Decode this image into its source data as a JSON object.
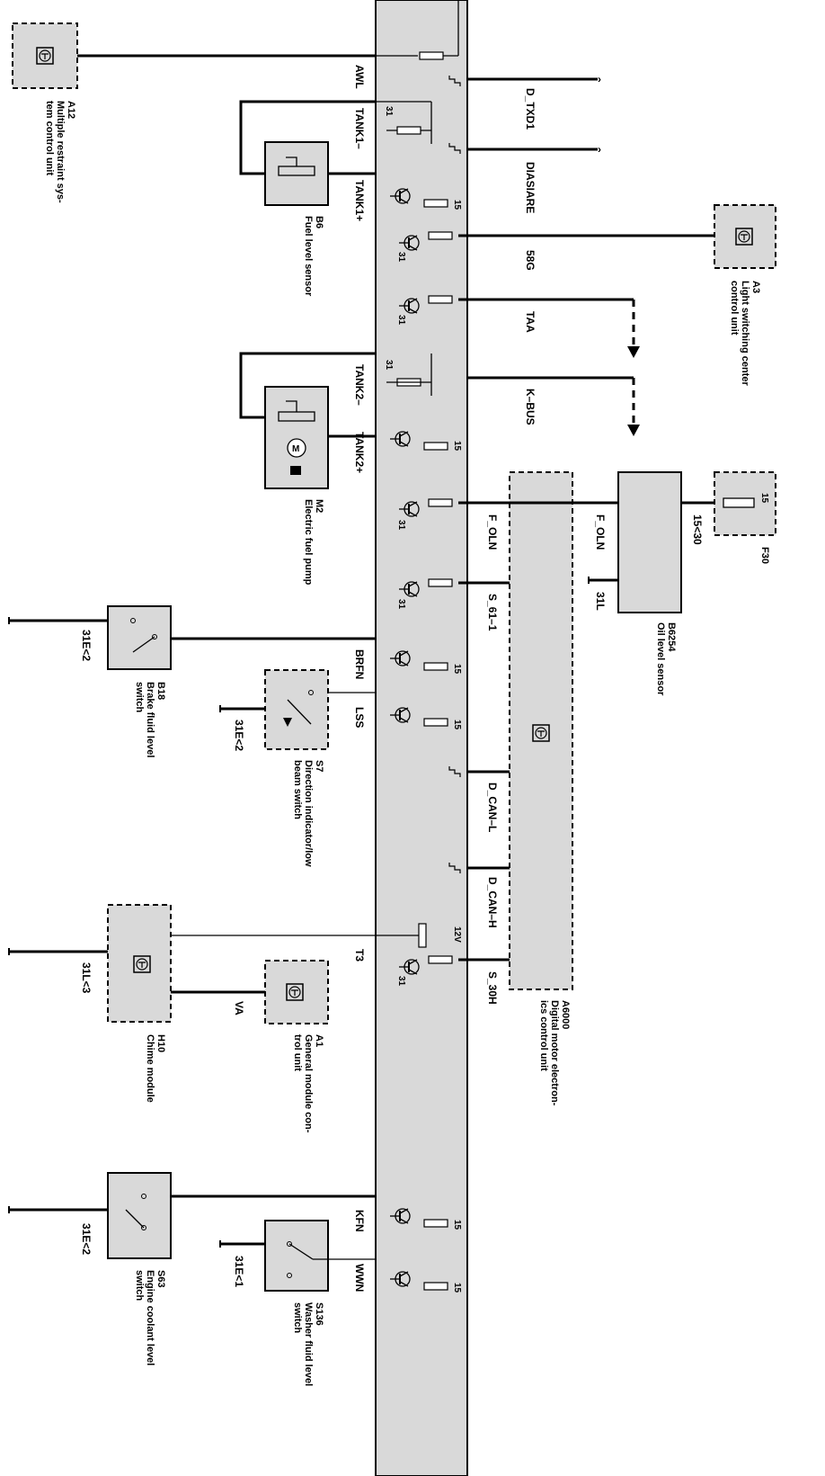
{
  "signals": {
    "awl": "AWL",
    "tank1m": "TANK1–",
    "tank1p": "TANK1+",
    "tank2m": "TANK2–",
    "tank2p": "TANK2+",
    "brfn": "BRFN",
    "lss": "LSS",
    "t3": "T3",
    "va": "VA",
    "kfn": "KFN",
    "wwn": "WWN"
  },
  "lines": {
    "d_txd1": "D_TXD1",
    "diasiare": "DIASIARE",
    "s58g": "58G",
    "taa": "TAA",
    "kbus": "K–BUS",
    "f_oln": "F_OLN",
    "f_oln2": "F_OLN",
    "s_61": "S_61–1",
    "d_can_l": "D_CAN–L",
    "d_can_h": "D_CAN–H",
    "s_30h": "S_30H"
  },
  "terminals": {
    "t31": "31",
    "t15": "15",
    "t12v": "12V",
    "gnd_a": "31E<2",
    "gnd_b": "31E<2",
    "gnd_c": "31L<3",
    "gnd_d": "31E<2",
    "gnd_e": "31E<1",
    "gnd_31l": "31L",
    "term_1530": "15<30",
    "f30_15": "15"
  },
  "components": {
    "a12": {
      "code": "A12",
      "line1": "Multiple restraint sys-",
      "line2": "tem control unit"
    },
    "b6": {
      "code": "B6",
      "line1": "Fuel level sensor"
    },
    "m2": {
      "code": "M2",
      "line1": "Electric fuel pump"
    },
    "a3": {
      "code": "A3",
      "line1": "Light switching center",
      "line2": "control unit"
    },
    "f30": {
      "code": "F30"
    },
    "b6254": {
      "code": "B6254",
      "line1": "Oil level sensor"
    },
    "b18": {
      "code": "B18",
      "line1": "Brake fluid level",
      "line2": "switch"
    },
    "s7": {
      "code": "S7",
      "line1": "Direction indicator/low",
      "line2": "beam switch"
    },
    "a6000": {
      "code": "A6000",
      "line1": "Digital motor electron-",
      "line2": "ics control unit"
    },
    "h10": {
      "code": "H10",
      "line1": "Chime module"
    },
    "a1": {
      "code": "A1",
      "line1": "General module con-",
      "line2": "trol unit"
    },
    "s63": {
      "code": "S63",
      "line1": "Engine coolant level",
      "line2": "switch"
    },
    "s136": {
      "code": "S136",
      "line1": "Washer fluid level",
      "line2": "switch"
    }
  }
}
